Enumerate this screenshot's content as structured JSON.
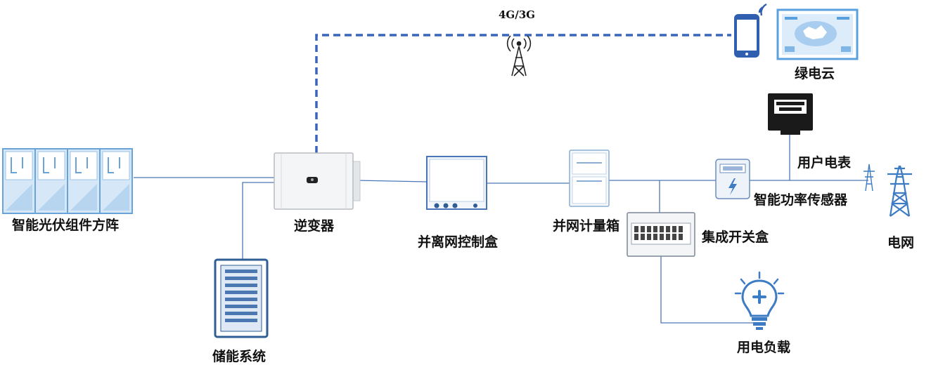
{
  "network_label": "4G/3G",
  "nodes": {
    "pv_array": "智能光伏组件方阵",
    "inverter": "逆变器",
    "storage": "储能系统",
    "offgrid_box": "并离网控制盒",
    "grid_meter_box": "并网计量箱",
    "switch_box": "集成开关盒",
    "user_meter": "用户电表",
    "power_sensor": "智能功率传感器",
    "grid": "电网",
    "load": "用电负载",
    "cloud": "绿电云"
  },
  "colors": {
    "line": "#4a76b8",
    "dashed_line": "#3a65b8",
    "panel_light": "#cfe3f6",
    "panel_edge": "#6aa3d8",
    "icon_blue": "#3d7bc4",
    "dark": "#1a1a1a"
  }
}
